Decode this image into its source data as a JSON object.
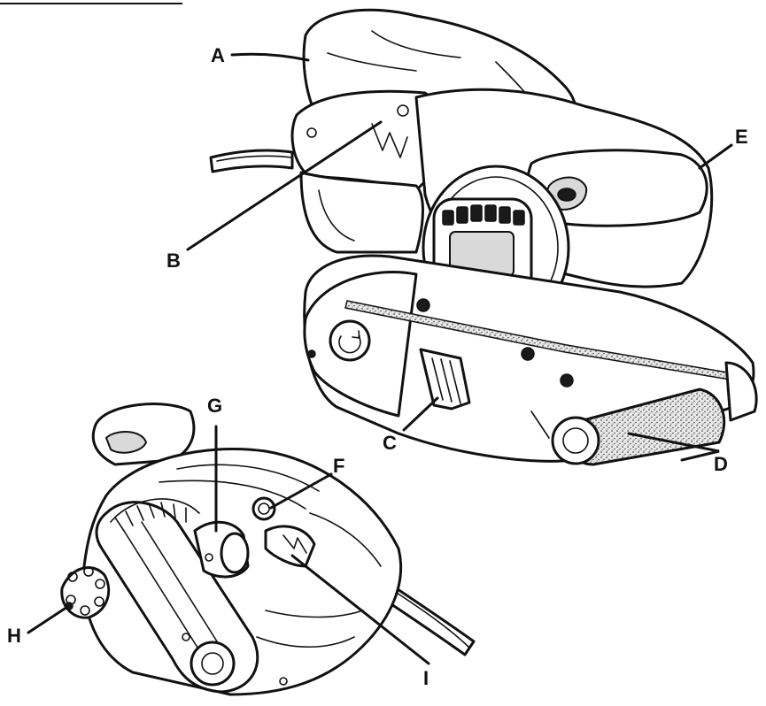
{
  "callouts": {
    "A": "A",
    "B": "B",
    "C": "C",
    "D": "D",
    "E": "E",
    "F": "F",
    "G": "G",
    "H": "H",
    "I": "I"
  },
  "colors": {
    "ink": "#111111",
    "paper": "#ffffff",
    "belt_texture": "#d9d9d9"
  }
}
